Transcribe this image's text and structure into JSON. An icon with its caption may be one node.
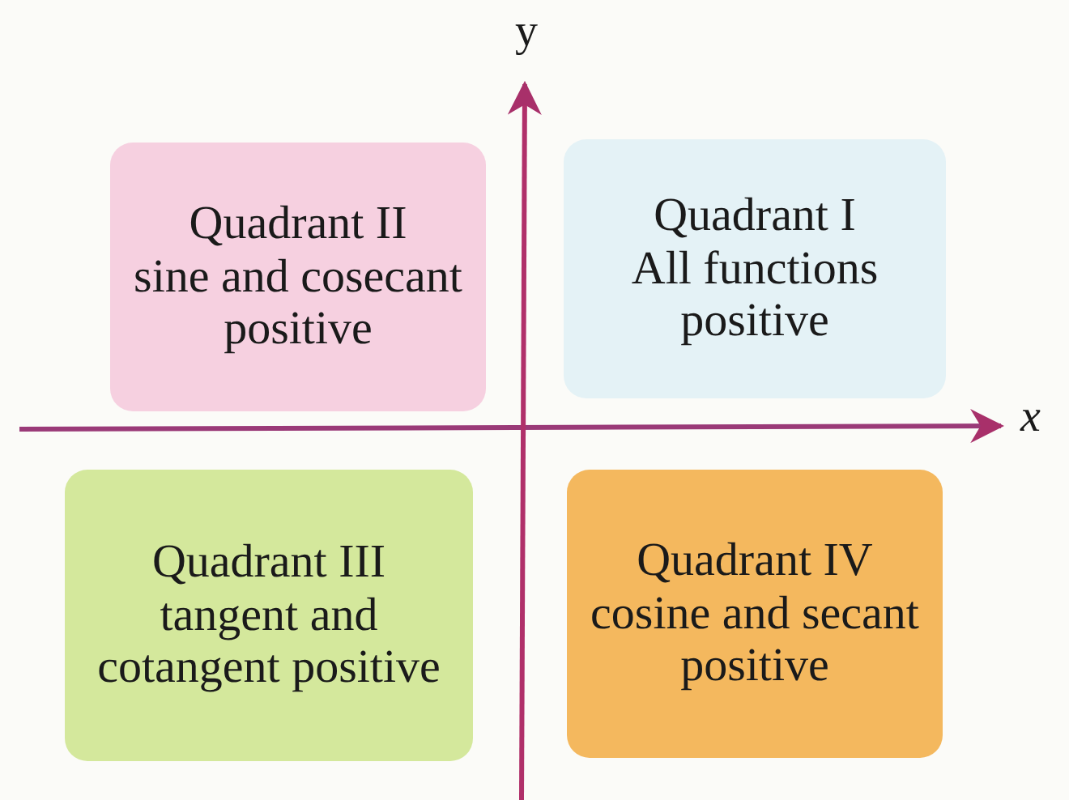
{
  "diagram": {
    "nodes": [
      {
        "text": [
          "Quadrant II",
          "sine and cosecant positive"
        ]
      },
      {
        "text": [
          "Quadrant I",
          "All functions positive"
        ]
      },
      {
        "text": [
          "Quadrant III",
          "tangent and cotangent positive"
        ]
      },
      {
        "text": [
          "Quadrant IV",
          "cosine and secant positive"
        ]
      }
    ],
    "labels": [
      "y",
      "x"
    ]
  }
}
